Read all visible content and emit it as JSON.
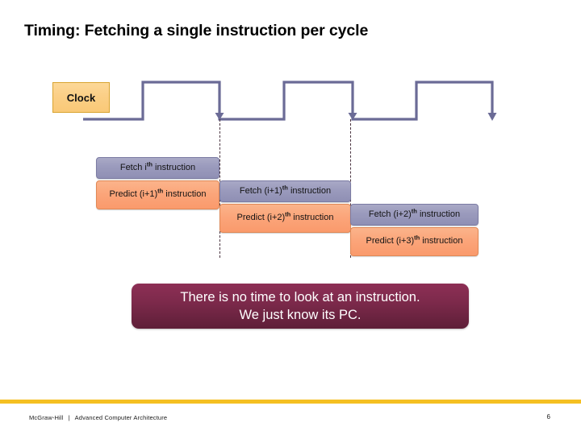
{
  "slide": {
    "title": "Timing: Fetching a single instruction per cycle",
    "page_number": "6"
  },
  "clock": {
    "label": "Clock",
    "box_color": "#fbcf86",
    "box_border": "#d9a430",
    "wave_color": "#6b6b96",
    "guide_color": "#4a3440",
    "cycles": 3,
    "edge_arrows": 3
  },
  "timeline": {
    "rows": [
      {
        "cycle": 1,
        "fetch": {
          "prefix": "Fetch i",
          "sup": "th",
          "suffix": " instruction"
        },
        "predict": {
          "prefix": "Predict (i+1)",
          "sup": "th",
          "suffix": " instruction"
        }
      },
      {
        "cycle": 2,
        "fetch": {
          "prefix": "Fetch (i+1)",
          "sup": "th",
          "suffix": " instruction"
        },
        "predict": {
          "prefix": "Predict (i+2)",
          "sup": "th",
          "suffix": " instruction"
        }
      },
      {
        "cycle": 3,
        "fetch": {
          "prefix": "Fetch (i+2)",
          "sup": "th",
          "suffix": " instruction"
        },
        "predict": {
          "prefix": "Predict (i+3)",
          "sup": "th",
          "suffix": " instruction"
        }
      }
    ],
    "fetch_color": "#9b9bbd",
    "predict_color": "#fba57a"
  },
  "callout": {
    "line1": "There is no time to look at an instruction.",
    "line2": "We just know its PC.",
    "background": "#7e2a4c",
    "text_color": "#ffffff"
  },
  "footer": {
    "publisher": "McGraw-Hill",
    "separator": "|",
    "course": "Advanced Computer Architecture",
    "rule_color": "#f5c022"
  }
}
